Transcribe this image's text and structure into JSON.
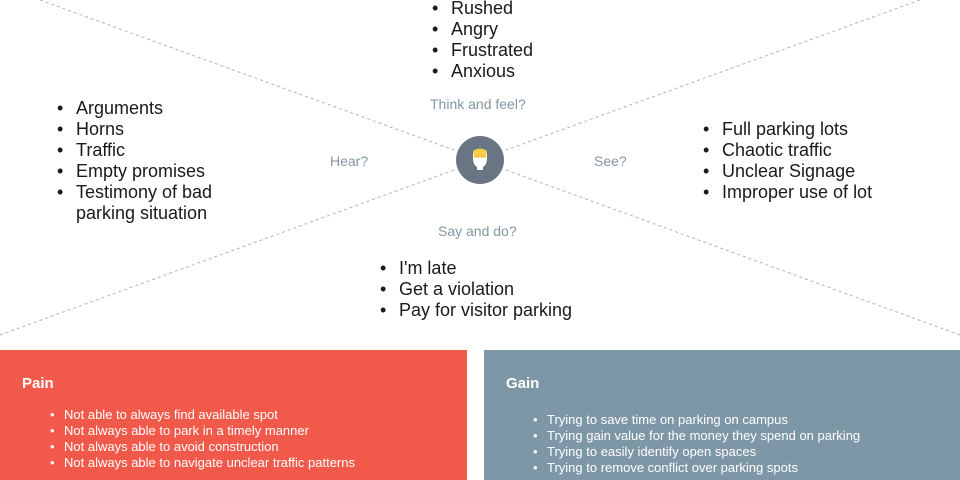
{
  "quadrants": {
    "think_feel": {
      "label": "Think and feel?",
      "items": [
        "Rushed",
        "Angry",
        "Frustrated",
        "Anxious"
      ]
    },
    "hear": {
      "label": "Hear?",
      "items": [
        "Arguments",
        "Horns",
        "Traffic",
        "Empty promises",
        "Testimony of bad parking situation"
      ]
    },
    "see": {
      "label": "See?",
      "items": [
        "Full parking lots",
        "Chaotic traffic",
        "Unclear Signage",
        "Improper use of lot"
      ]
    },
    "say_do": {
      "label": "Say and do?",
      "items": [
        "I'm late",
        "Get a violation",
        "Pay for visitor parking"
      ]
    }
  },
  "pain": {
    "title": "Pain",
    "items": [
      "Not able to always find available spot",
      "Not always able to park in a timely manner",
      "Not always able to avoid construction",
      "Not always able to navigate unclear traffic patterns"
    ]
  },
  "gain": {
    "title": "Gain",
    "items": [
      "Trying to save time on parking on campus",
      "Trying gain value for the money they spend on parking",
      "Trying to easily identify open spaces",
      "Trying to remove conflict over parking spots"
    ]
  },
  "colors": {
    "pain_bg": "#f15a4a",
    "gain_bg": "#7e97a6",
    "center_circle": "#6a7583",
    "quadrant_label": "#8496a3",
    "divider_line": "#b3b3b3"
  },
  "icons": {
    "center": "head-icon"
  }
}
